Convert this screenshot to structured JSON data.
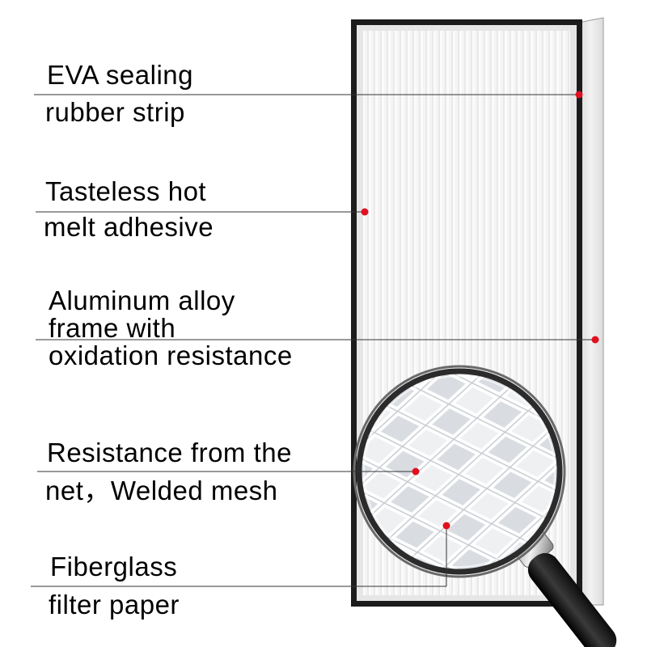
{
  "callouts": [
    {
      "id": "eva-seal",
      "lines": [
        "EVA sealing",
        "rubber strip"
      ]
    },
    {
      "id": "hot-melt",
      "lines": [
        "Tasteless hot",
        "melt adhesive"
      ]
    },
    {
      "id": "aluminum-frame",
      "lines": [
        "Aluminum alloy",
        "frame with",
        "oxidation resistance"
      ]
    },
    {
      "id": "welded-mesh",
      "lines": [
        "Resistance from the",
        "net，Welded mesh"
      ]
    },
    {
      "id": "filter-paper",
      "lines": [
        "Fiberglass",
        "filter paper"
      ]
    }
  ],
  "colors": {
    "frame": "#1c1c1c",
    "leader_line": "#333333",
    "marker_dot": "#e01020",
    "filter_media": "#f3f3f3",
    "magnifier_handle": "#1a1a1a"
  },
  "icons": [
    "magnifying-glass-icon"
  ]
}
